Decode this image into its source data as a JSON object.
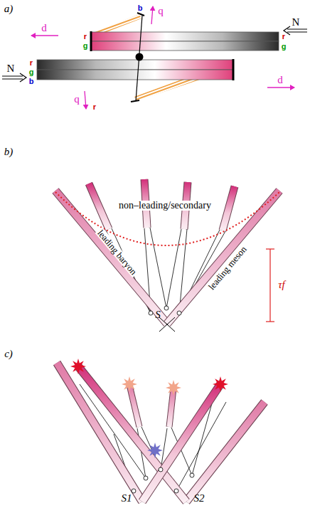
{
  "diagram": {
    "labels": [
      "a)",
      "b",
      "q",
      "d",
      "r",
      "g",
      "r",
      "g",
      "N",
      "r",
      "g",
      "b",
      "N",
      "d",
      "q",
      "r",
      "b)",
      "non–leading/secondary",
      "leading baryon",
      "leading meson",
      "τf",
      "S",
      "c)",
      "S1",
      "S2"
    ]
  }
}
